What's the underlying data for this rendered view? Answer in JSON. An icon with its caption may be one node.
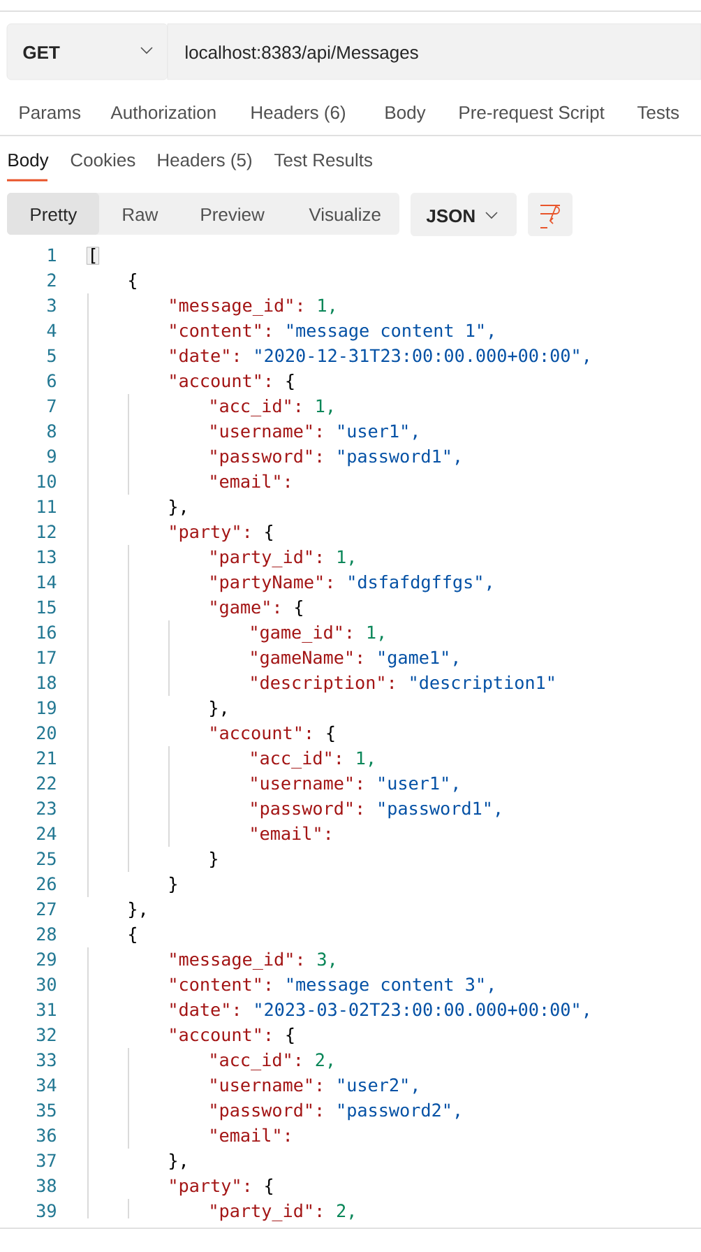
{
  "diagram": {
    "labels": [
      "GET",
      "localhost:8383/api/Messages",
      "Params",
      "Authorization",
      "Headers (6)",
      "Body",
      "Pre-request Script",
      "Tests",
      "Body",
      "Cookies",
      "Headers (5)",
      "Test Results",
      "Pretty",
      "Raw",
      "Preview",
      "Visualize",
      "JSON",
      "1",
      "[",
      "2",
      "{",
      "3",
      "\"message_id\":",
      "1,",
      "4",
      "\"content\":",
      "\"message content 1\",",
      "5",
      "\"date\":",
      "\"2020-12-31T23:00:00.000+00:00\",",
      "6",
      "\"account\":",
      "{",
      "7",
      "\"acc_id\":",
      "1,",
      "8",
      "\"username\":",
      "\"user1\",",
      "9",
      "\"password\":",
      "\"password1\",",
      "10",
      "\"email\":",
      "11",
      "},",
      "12",
      "\"party\":",
      "{",
      "13",
      "\"party_id\":",
      "1,",
      "14",
      "\"partyName\":",
      "\"dsfafdgffgs\",",
      "15",
      "\"game\":",
      "{",
      "16",
      "\"game_id\":",
      "1,",
      "17",
      "\"gameName\":",
      "\"game1\",",
      "18",
      "\"description\":",
      "\"description1\"",
      "19",
      "},",
      "20",
      "\"account\":",
      "{",
      "21",
      "\"acc_id\":",
      "1,",
      "22",
      "\"username\":",
      "\"user1\",",
      "23",
      "\"password\":",
      "\"password1\",",
      "24",
      "\"email\":",
      "25",
      "}",
      "26",
      "}",
      "27",
      "},",
      "28",
      "{",
      "29",
      "\"message_id\":",
      "3,",
      "30",
      "\"content\":",
      "\"message content 3\",",
      "31",
      "\"date\":",
      "\"2023-03-02T23:00:00.000+00:00\",",
      "32",
      "\"account\":",
      "{",
      "33",
      "\"acc_id\":",
      "2,",
      "34",
      "\"username\":",
      "\"user2\",",
      "35",
      "\"password\":",
      "\"password2\",",
      "36",
      "\"email\":",
      "37",
      "},",
      "38",
      "\"party\":",
      "{",
      "39",
      "\"party_id\":",
      "2,"
    ]
  }
}
